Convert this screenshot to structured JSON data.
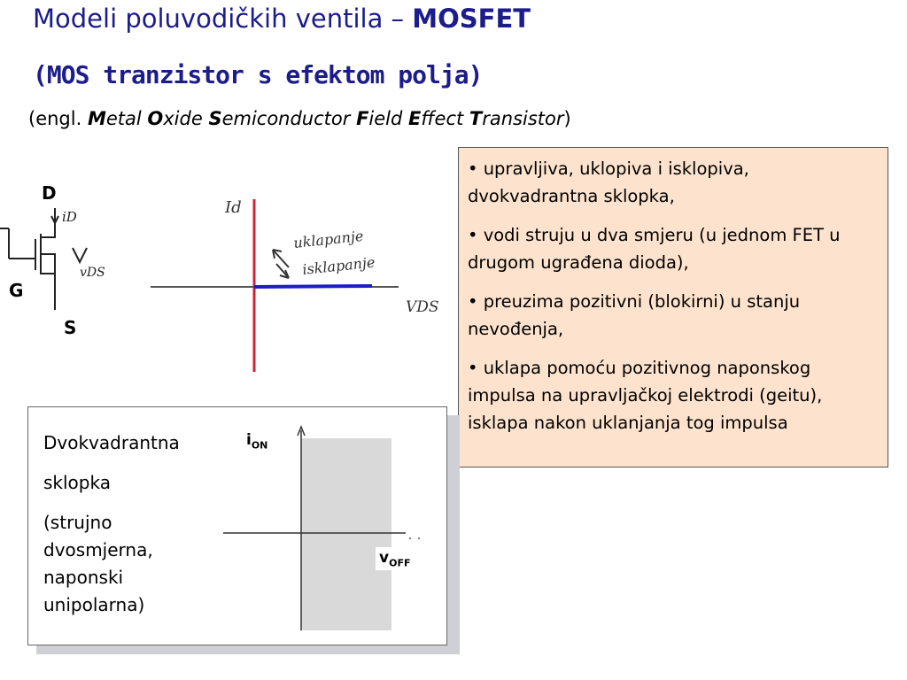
{
  "title": {
    "line1_prefix": "Modeli poluvodičkih ventila – ",
    "line1_bold": "MOSFET",
    "line2": "(MOS tranzistor s efektom polja)",
    "engl_open": "(engl. ",
    "engl_parts": [
      "M",
      "etal ",
      "O",
      "xide ",
      "S",
      "emiconductor ",
      "F",
      "ield ",
      "E",
      "ffect ",
      "T",
      "ransistor"
    ],
    "engl_close": ")"
  },
  "bullets": [
    "• upravljiva, uklopiva i isklopiva, dvokvadrantna sklopka,",
    "• vodi struju u dva smjeru (u jednom FET u drugom ugrađena dioda),",
    "• preuzima pozitivni (blokirni) u stanju nevođenja,",
    "• uklapa pomoću pozitivnog naponskog impulsa na upravljačkoj elektrodi (geitu), isklapa nakon uklanjanja tog impulsa"
  ],
  "schematic": {
    "drain": "D",
    "gate": "G",
    "source": "S",
    "current_label": "iD",
    "voltage_label": "vDS"
  },
  "sketch": {
    "y_axis": "Id",
    "x_axis": "VDS",
    "annotation_on": "uklapanje",
    "annotation_off": "isklapanje"
  },
  "quadrant": {
    "text": [
      "Dvokvadrantna",
      "sklopka",
      "(strujno dvosmjerna, naponski unipolarna)"
    ],
    "i_main": "i",
    "i_sub": "ON",
    "v_main": "v",
    "v_sub": "OFF"
  },
  "colors": {
    "title": "#1c1c8c",
    "bullet_bg": "#fde3cd",
    "red_axis": "#d0213a",
    "blue_line": "#1c1cc8"
  }
}
